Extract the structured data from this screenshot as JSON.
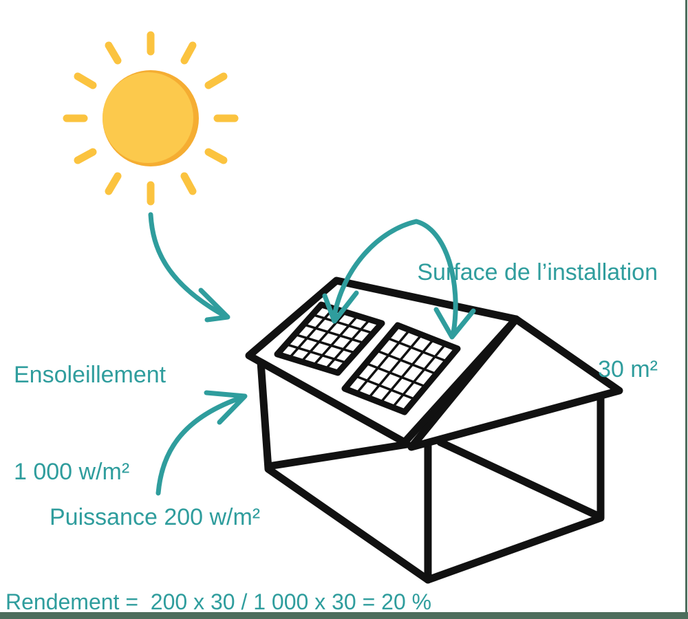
{
  "title": "Solar panel yield diagram",
  "colors": {
    "teal_text": "#2F9D9D",
    "arrow": "#2F9D9D",
    "line": "#111111",
    "sun_core": "#FCC94C",
    "sun_shade": "#F5AD32",
    "sun_ray": "#FBC33F",
    "frame_bar": "#4D6D5C",
    "background": "#FFFFFF"
  },
  "icons": {
    "sun": "sun-icon",
    "house": "house-drawing",
    "solar_panels": "solar-panel-grid",
    "arrows": "curved-arrow"
  },
  "labels": {
    "surface": {
      "line1": "Surface de l’installation",
      "line2": "30 m²"
    },
    "ensoleillement": {
      "line1": "Ensoleillement",
      "line2": "1 000 w/m²"
    },
    "puissance": "Puissance 200 w/m²",
    "rendement": "Rendement =  200 x 30 / 1 000 x 30 = 20 %"
  },
  "values": {
    "surface_m2": 30,
    "ensoleillement_w_m2": 1000,
    "puissance_w_m2": 200,
    "rendement_pct": 20
  }
}
